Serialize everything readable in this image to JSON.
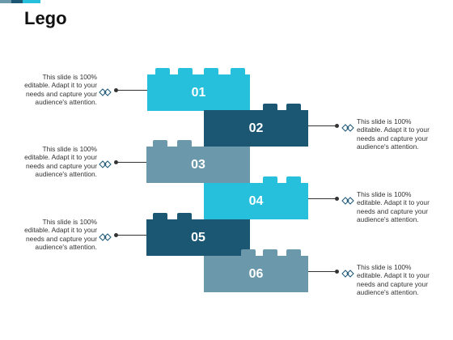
{
  "title": "Lego",
  "colors": {
    "light_blue": "#27c0dc",
    "dark_blue": "#1b5673",
    "gray_blue": "#6b98aa",
    "text": "#333333"
  },
  "bricks": [
    {
      "number": "01",
      "color": "#27c0dc"
    },
    {
      "number": "02",
      "color": "#1b5673"
    },
    {
      "number": "03",
      "color": "#6b98aa"
    },
    {
      "number": "04",
      "color": "#27c0dc"
    },
    {
      "number": "05",
      "color": "#1b5673"
    },
    {
      "number": "06",
      "color": "#6b98aa"
    }
  ],
  "descriptions": [
    {
      "text": "This slide is 100% editable. Adapt it to your needs and capture your audience's attention.",
      "icon": "diamond-link-icon"
    },
    {
      "text": "This slide is 100% editable. Adapt it to your needs and capture your audience's attention.",
      "icon": "diamond-link-icon"
    },
    {
      "text": "This slide is 100% editable. Adapt it to your needs and capture your audience's attention.",
      "icon": "diamond-link-icon"
    },
    {
      "text": "This slide is 100% editable. Adapt it to your needs and capture your audience's attention.",
      "icon": "diamond-link-icon"
    },
    {
      "text": "This slide is 100% editable. Adapt it to your needs and capture your audience's attention.",
      "icon": "diamond-link-icon"
    },
    {
      "text": "This slide is 100% editable. Adapt it to your needs and capture your audience's attention.",
      "icon": "diamond-link-icon"
    }
  ]
}
